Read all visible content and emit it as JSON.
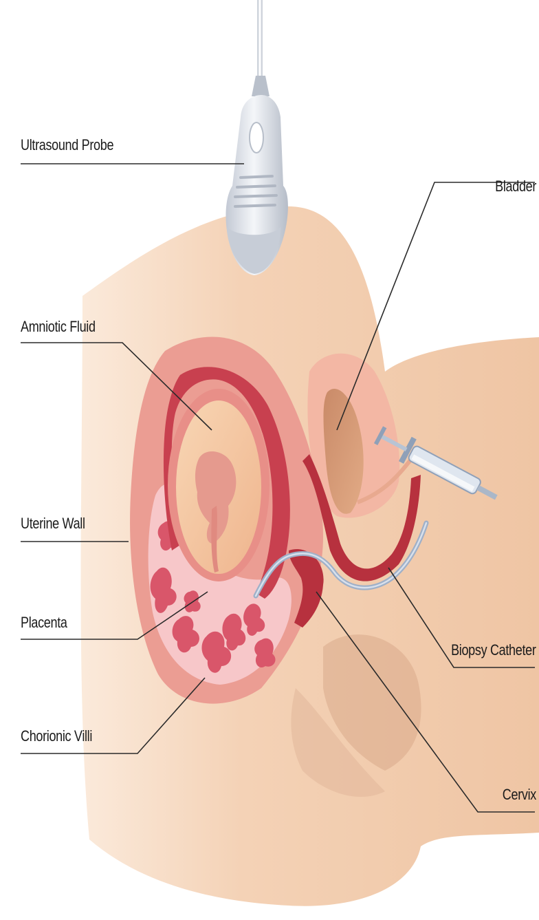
{
  "labels": {
    "ultrasound_probe": "Ultrasound Probe",
    "bladder": "Bladder",
    "amniotic_fluid": "Amniotic Fluid",
    "uterine_wall": "Uterine Wall",
    "placenta": "Placenta",
    "chorionic_villi": "Chorionic Villi",
    "biopsy_catheter": "Biopsy Catheter",
    "cervix": "Cervix"
  },
  "colors": {
    "background": "#ffffff",
    "skin": "#f3cfb0",
    "skin_shadow": "#e9b892",
    "uterus_outer": "#eb9d93",
    "uterine_wall": "#c8404f",
    "amniotic_fluid": "#f4c49d",
    "placenta": "#f6c6c8",
    "villi": "#d9566a",
    "bladder": "#d99a76",
    "probe": "#d8dde6"
  }
}
